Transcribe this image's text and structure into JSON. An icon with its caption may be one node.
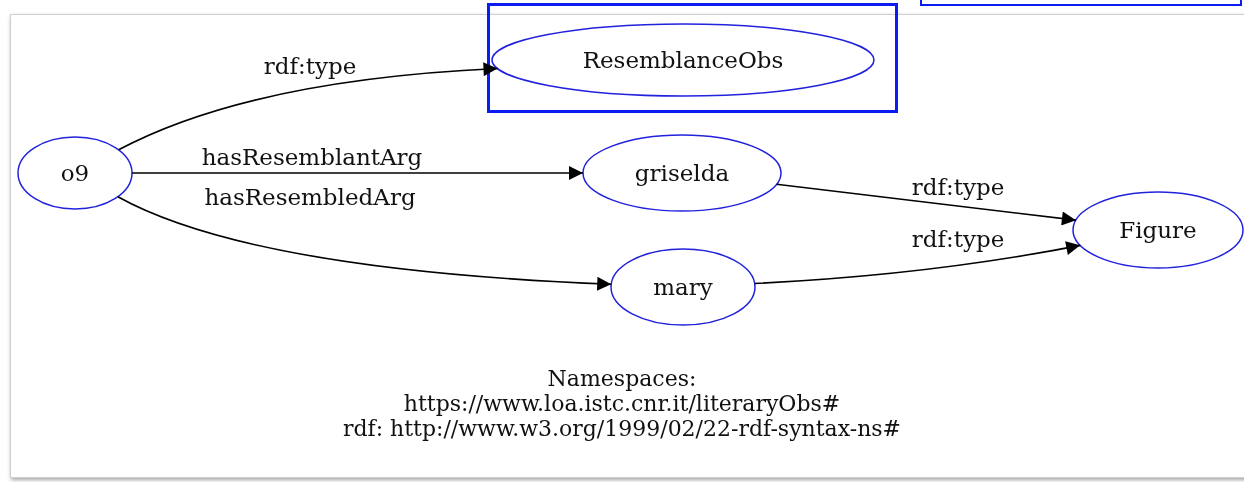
{
  "diagram": {
    "nodes": [
      {
        "text": [
          "o9"
        ]
      },
      {
        "text": [
          "ResemblanceObs"
        ]
      },
      {
        "text": [
          "griselda"
        ]
      },
      {
        "text": [
          "Figure"
        ]
      },
      {
        "text": [
          "mary"
        ]
      }
    ],
    "edges": [
      {
        "from": 0,
        "to": 1,
        "arrow": "to",
        "label": "rdf:type"
      },
      {
        "from": 0,
        "to": 2,
        "arrow": "to",
        "label": "hasResemblantArg"
      },
      {
        "from": 0,
        "to": 4,
        "arrow": "to",
        "label": "hasResembledArg"
      },
      {
        "from": 2,
        "to": 3,
        "arrow": "to",
        "label": "rdf:type"
      },
      {
        "from": 4,
        "to": 3,
        "arrow": "to",
        "label": "rdf:type"
      }
    ],
    "labels": [
      "Namespaces:",
      "https://www.loa.istc.cnr.it/literaryObs#",
      "rdf: http://www.w3.org/1999/02/22-rdf-syntax-ns#"
    ]
  }
}
